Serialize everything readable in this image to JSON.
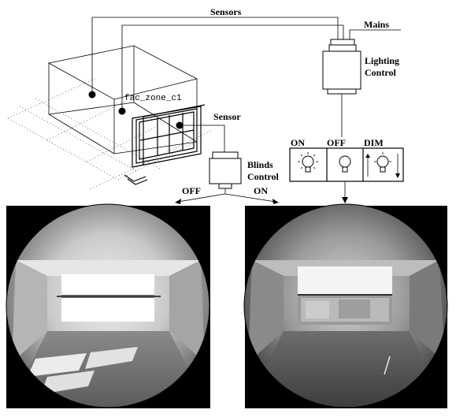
{
  "labels": {
    "sensors": "Sensors",
    "mains": "Mains",
    "lighting_line1": "Lighting",
    "lighting_line2": "Control",
    "sensor": "Sensor",
    "blinds_line1": "Blinds",
    "blinds_line2": "Control",
    "zone": "fac_zone_c1",
    "off_left": "OFF",
    "on_right": "ON",
    "lamp_on": "ON",
    "lamp_off": "OFF",
    "lamp_dim": "DIM"
  },
  "colors": {
    "line": "#000000",
    "render_background": "#000000"
  }
}
